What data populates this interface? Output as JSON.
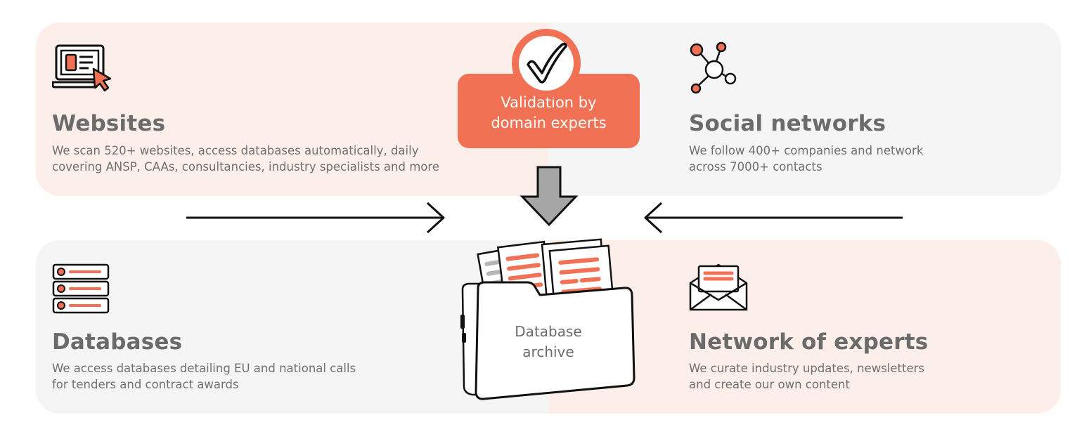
{
  "sources": {
    "websites": {
      "title": "Websites",
      "desc_line1": "We scan 520+ websites, access databases automatically, daily",
      "desc_line2": "covering ANSP, CAAs, consultancies, industry specialists and more",
      "icon": "laptop-cursor-icon"
    },
    "social": {
      "title": "Social networks",
      "desc_line1": "We follow 400+ companies and network",
      "desc_line2": "across 7000+ contacts",
      "icon": "network-nodes-icon"
    },
    "databases": {
      "title": "Databases",
      "desc_line1": "We access databases detailing EU and national calls",
      "desc_line2": "for tenders and contract awards",
      "icon": "server-stack-icon"
    },
    "experts": {
      "title": "Network of experts",
      "desc_line1": "We curate industry updates, newsletters",
      "desc_line2": "and create our own content",
      "icon": "envelope-letter-icon"
    }
  },
  "validation": {
    "line1": "Validation by",
    "line2": "domain experts",
    "icon": "checkmark-icon"
  },
  "archive": {
    "line1": "Database",
    "line2": "archive",
    "icon": "folder-documents-icon"
  },
  "colors": {
    "accent": "#f07154",
    "pink_bg": "#fcefea",
    "grey_bg": "#f5f5f5",
    "heading": "#6b6b6b",
    "text": "#707070",
    "arrow_grey": "#a6a6a6"
  }
}
